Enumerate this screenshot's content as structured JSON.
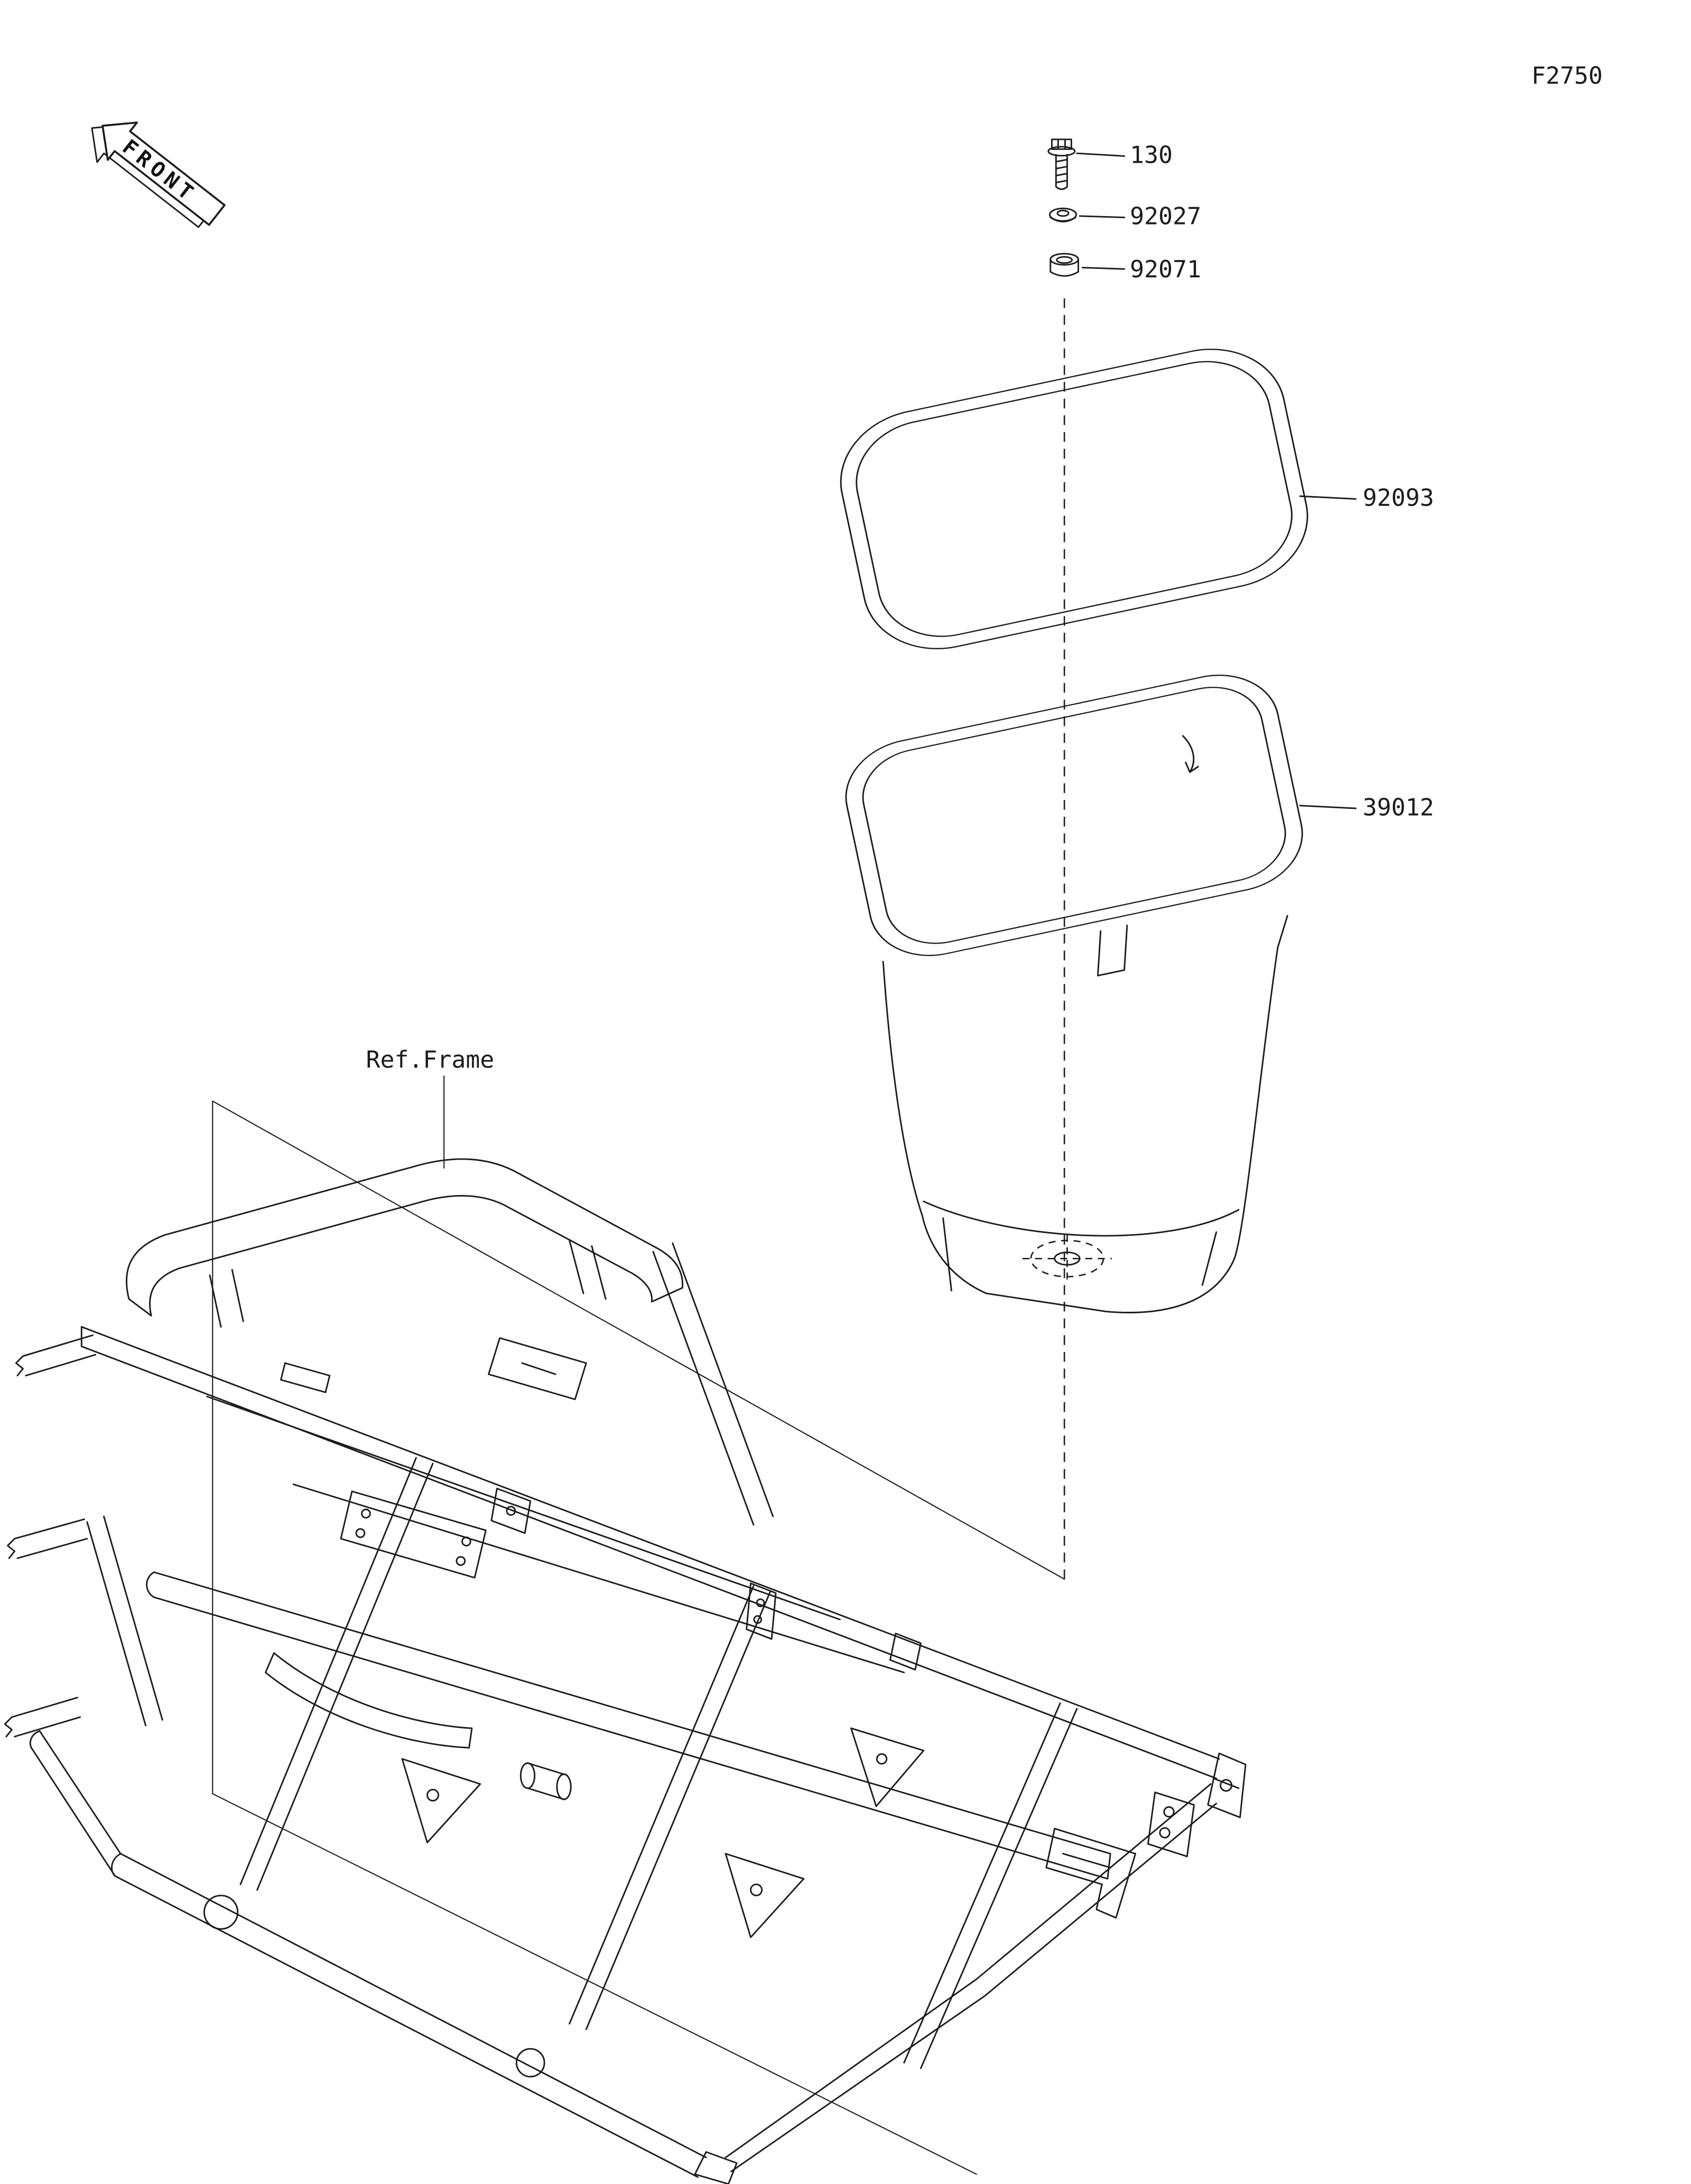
{
  "page": {
    "code": "F2750"
  },
  "front_marker": {
    "label": "FRONT"
  },
  "parts": [
    {
      "id": "bolt",
      "number": "130"
    },
    {
      "id": "washer",
      "number": "92027"
    },
    {
      "id": "damper",
      "number": "92071"
    },
    {
      "id": "seal",
      "number": "92093"
    },
    {
      "id": "container",
      "number": "39012"
    }
  ],
  "frame_reference": {
    "label": "Ref.Frame"
  },
  "colors": {
    "line": "#1c1c1c",
    "background": "#ffffff"
  }
}
